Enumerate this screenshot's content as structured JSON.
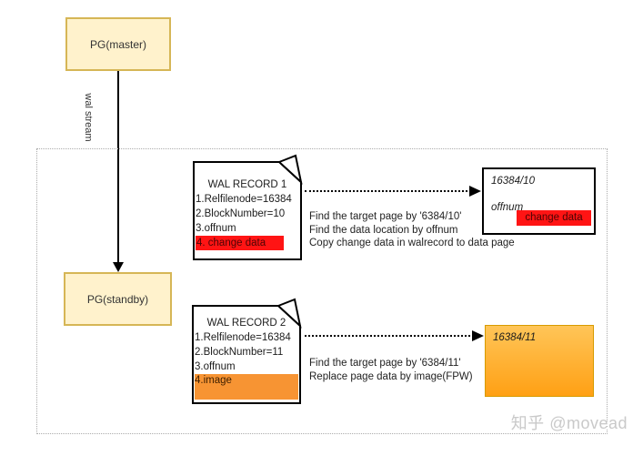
{
  "master": {
    "label": "PG(master)"
  },
  "standby": {
    "label": "PG(standby)"
  },
  "wal_stream": {
    "label": "wal stream"
  },
  "wal_record_1": {
    "title": "WAL RECORD 1",
    "line1": "1.Relfilenode=16384",
    "line2": "2.BlockNumber=10",
    "line3": "3.offnum",
    "highlight": "4. change data"
  },
  "wal_record_2": {
    "title": "WAL RECORD 2",
    "line1": "1.Relfilenode=16384",
    "line2": "2.BlockNumber=11",
    "line3": "3.offnum",
    "highlight": "4.image"
  },
  "steps_1": {
    "line1": "Find the target page by '6384/10'",
    "line2": "Find the data location by offnum",
    "line3": "Copy change data in walrecord to data page"
  },
  "steps_2": {
    "line1": "Find the target page by '6384/11'",
    "line2": "Replace page data by image(FPW)"
  },
  "page_10": {
    "title": "16384/10",
    "offnum": "offnum",
    "highlight": "change data"
  },
  "page_11": {
    "title": "16384/11"
  },
  "watermark": "知乎 @movead",
  "colors": {
    "node_fill": "#fff2cc",
    "node_border": "#d6b656",
    "red_highlight": "#ff1414",
    "orange_highlight": "#f79433",
    "page11_fill_top": "#ffc558",
    "page11_fill_bottom": "#ffa014",
    "page11_border": "#d79b00"
  }
}
